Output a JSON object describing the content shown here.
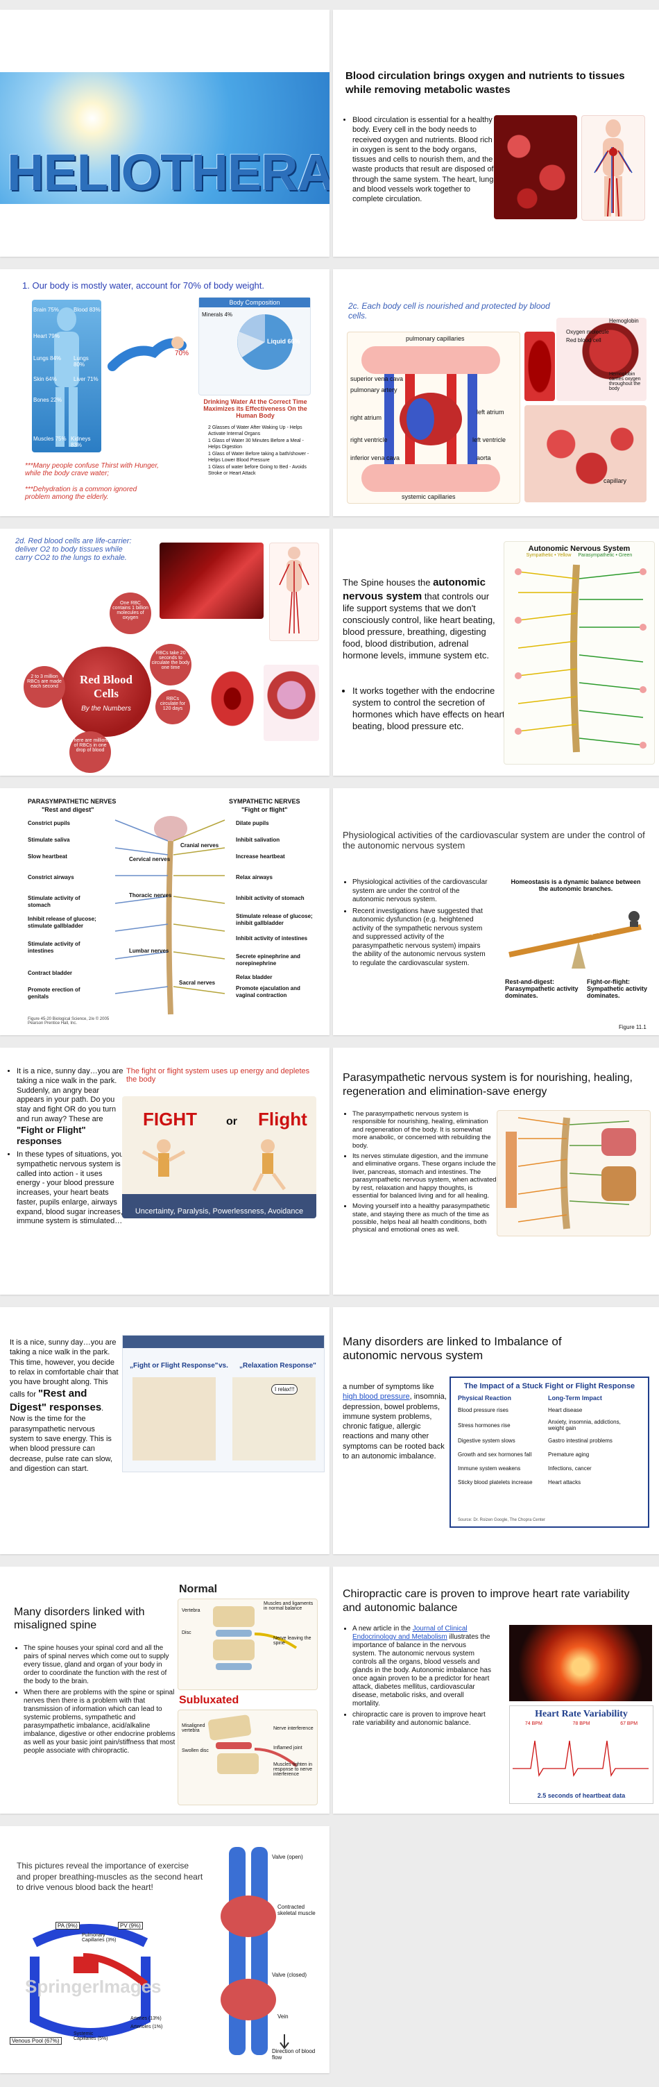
{
  "s1": {
    "title": "HELIOTHERAPY"
  },
  "s2": {
    "title": "Blood circulation brings oxygen and nutrients to tissues while removing metabolic wastes",
    "body": "Blood circulation is essential for a healthy body. Every cell in the body needs to received oxygen and nutrients. Blood rich in oxygen is sent to the body organs, tissues and cells to nourish them, and the waste products that result are disposed of through the same system. The heart, lungs and blood vessels work together to complete circulation."
  },
  "s3": {
    "title": "1. Our body is mostly water, account for 70% of body weight.",
    "stats": [
      {
        "label": "Brain",
        "val": "75%"
      },
      {
        "label": "Blood",
        "val": "83%"
      },
      {
        "label": "Heart",
        "val": "79%"
      },
      {
        "label": "Lungs",
        "val": "84%"
      },
      {
        "label": "Lungs",
        "val": "80%"
      },
      {
        "label": "Liver",
        "val": "71%"
      },
      {
        "label": "Skin",
        "val": "64%"
      },
      {
        "label": "Bones",
        "val": "22%"
      },
      {
        "label": "Muscles",
        "val": "75%"
      },
      {
        "label": "Kidneys",
        "val": "83%"
      }
    ],
    "note1": "***Many people confuse Thirst with Hunger, while the body crave water;",
    "note2": "***Dehydration is a common ignored problem among the elderly.",
    "chart_title": "Body Composition",
    "pie_labels": [
      "Minerals 4%",
      "Liquid 66%"
    ],
    "pct": "70%",
    "water_title": "Drinking Water At the Correct Time Maximizes its Effectiveness On the Human Body",
    "water_items": [
      "2 Glasses of Water After Waking Up - Helps Activate Internal Organs",
      "1 Glass of Water 30 Minutes Before a Meal - Helps Digestion",
      "1 Glass of Water Before taking a bath/shower - Helps Lower Blood Pressure",
      "1 Glass of water before Going to Bed - Avoids Stroke or Heart Attack"
    ]
  },
  "s4": {
    "title": "2c. Each body cell is nourished and protected by blood cells.",
    "labels": [
      "superior vena cava",
      "pulmonary artery",
      "right atrium",
      "right ventricle",
      "left atrium",
      "left ventricle",
      "pulmonary capillaries",
      "systemic capillaries",
      "inferior vena cava",
      "aorta",
      "capillary",
      "Oxygen molecule",
      "Red blood cell",
      "Hemoglobin",
      "Hemoglobin carries oxygen throughout the body"
    ]
  },
  "s5": {
    "title": "2d. Red blood cells are life-carrier: deliver O2 to body tissues while carry CO2 to the lungs to exhale.",
    "center": "Red Blood Cells",
    "center_sub": "By the Numbers",
    "facts": [
      "One RBC contains 1 billion molecules of oxygen",
      "2 to 3 million RBCs are made each second",
      "RBCs take 20 seconds to circulate the body one time",
      "RBCs circulate for 120 days",
      "There are millions of RBCs in one drop of blood"
    ]
  },
  "s6": {
    "intro": "The Spine houses the ",
    "strong": "autonomic nervous system",
    "rest": " that controls our life support systems that we don't consciously control, like heart beating, blood pressure, breathing, digesting food, blood distribution, adrenal hormone levels, immune system etc.",
    "b2": "It works together with the endocrine system to control the secretion of hormones which have effects on heart beating, blood pressure etc.",
    "diagram_title": "Autonomic Nervous System",
    "sym": "Sympathetic • Yellow",
    "para": "Parasympathetic • Green"
  },
  "s7": {
    "left_head": "PARASYMPATHETIC NERVES",
    "left_sub": "\"Rest and digest\"",
    "right_head": "SYMPATHETIC NERVES",
    "right_sub": "\"Fight or flight\"",
    "left_items": [
      "Constrict pupils",
      "Stimulate saliva",
      "Slow heartbeat",
      "Constrict airways",
      "Stimulate activity of stomach",
      "Inhibit release of glucose; stimulate gallbladder",
      "Stimulate activity of intestines",
      "Contract bladder",
      "Promote erection of genitals"
    ],
    "right_items": [
      "Dilate pupils",
      "Inhibit salivation",
      "Increase heartbeat",
      "Relax airways",
      "Inhibit activity of stomach",
      "Stimulate release of glucose; inhibit gallbladder",
      "Inhibit activity of intestines",
      "Secrete epinephrine and norepinephrine",
      "Relax bladder",
      "Promote ejaculation and vaginal contraction"
    ],
    "mid": [
      "Cranial nerves",
      "Cervical nerves",
      "Thoracic nerves",
      "Lumbar nerves",
      "Sacral nerves"
    ],
    "caption": "Figure 45-20 Biological Science, 2/e © 2005 Pearson Prentice Hall, Inc."
  },
  "s8": {
    "title": "Physiological activities of the cardiovascular system are under the control of the autonomic nervous system",
    "b1": "Physiological activities of the cardiovascular system are under the control of the autonomic nervous system.",
    "b2": "Recent investigations have suggested that autonomic dysfunction (e.g. heightened activity of the sympathetic nervous system and suppressed activity of the parasympathetic nervous system) impairs the ability of the autonomic nervous system to regulate the cardiovascular system.",
    "balance": "Homeostasis is a dynamic balance between the autonomic branches.",
    "left_lab": "Rest-and-digest: Parasympathetic activity dominates.",
    "right_lab": "Fight-or-flight: Sympathetic activity dominates.",
    "seesaw_l": "Parasympathetic",
    "seesaw_r": "Sympathetic",
    "fig": "Figure 11.1"
  },
  "s9": {
    "text_a": "It is a nice, sunny day…you are taking a nice walk in the park. Suddenly, an angry bear appears in your path. Do you stay and fight OR do you turn and run away? These are ",
    "strong": "\"Fight or Flight\" responses",
    "b2": "In these types of situations, your sympathetic nervous system is called into action - it uses energy - your blood pressure increases, your heart beats faster, pupils enlarge, airways expand, blood sugar increases, immune system is stimulated…",
    "caption": "The fight or flight system uses up energy and depletes the body",
    "fight": "FIGHT",
    "or": "or",
    "flight": "Flight",
    "footer": "Uncertainty, Paralysis, Powerlessness, Avoidance"
  },
  "s10": {
    "title": "Parasympathetic nervous system is for nourishing, healing, regeneration and elimination-save energy",
    "b1": "The parasympathetic nervous system is responsible for nourishing, healing, elimination and regeneration of the body. It is somewhat more anabolic, or concerned with rebuilding the body.",
    "b2": "Its nerves stimulate digestion, and the immune and eliminative organs. These organs include the liver, pancreas, stomach and intestines. The parasympathetic nervous system, when activated by rest, relaxation and happy thoughts, is essential for balanced living and for all healing.",
    "b3": "Moving yourself into a healthy parasympathetic state, and staying there as much of the time as possible, helps heal all health conditions, both physical and emotional ones as well."
  },
  "s11": {
    "text_a": "It is a nice, sunny day…you are taking a nice walk in the park. This time, however, you decide to relax in comfortable chair that you have brought along. This calls for ",
    "strong": "\"Rest and Digest\" responses",
    "text_b": ". Now is the time for the parasympathetic nervous system to save energy. This is when blood pressure can decrease, pulse rate can slow, and digestion can start.",
    "left_cap": "„Fight or Flight Response\"",
    "vs": "vs.",
    "right_cap": "„Relaxation Response\"",
    "bubble": "I relax!!!"
  },
  "s12": {
    "title": "Many disorders are linked to Imbalance of autonomic nervous system",
    "text_a": "a number of symptoms like ",
    "link": "high blood pressure",
    "text_b": ", insomnia, depression, bowel problems, immune system problems, chronic fatigue, allergic reactions and many other symptoms can be rooted back to an autonomic imbalance.",
    "table_title": "The Impact of a Stuck Fight or Flight Response",
    "col1": "Physical Reaction",
    "col2": "Long-Term Impact",
    "rows": [
      [
        "Blood pressure rises",
        "Heart disease"
      ],
      [
        "Stress hormones rise",
        "Anxiety, insomnia, addictions, weight gain"
      ],
      [
        "Digestive system slows",
        "Gastro intestinal problems"
      ],
      [
        "Growth and sex hormones fall",
        "Premature aging"
      ],
      [
        "Immune system weakens",
        "Infections, cancer"
      ],
      [
        "Sticky blood platelets increase",
        "Heart attacks"
      ]
    ],
    "source": "Source: Dr. Roizen Google, The Chopra Center"
  },
  "s13": {
    "title": "Many disorders linked with misaligned spine",
    "b1": "The spine houses your spinal cord and all the pairs of spinal nerves which come out to supply every tissue, gland and organ of your body in order to coordinate the function with the rest of the body to the brain.",
    "b2": "When there are problems with the spine or spinal nerves then there is a problem with that transmission of information which can lead to systemic problems, sympathetic and parasympathetic imbalance, acid/alkaline imbalance, digestive or other endocrine problems as well as your basic joint pain/stiffness that most people associate with chiropractic.",
    "normal": "Normal",
    "subluxated": "Subluxated",
    "labels": [
      "Vertebra",
      "Disc",
      "Muscles and ligaments in normal balance",
      "Nerve leaving the spine",
      "Misaligned vertebra",
      "Swollen disc",
      "Nerve interference",
      "Inflamed joint",
      "Muscles tighten in response to nerve interference"
    ]
  },
  "s14": {
    "title": "Chiropractic care is proven to improve heart rate variability and autonomic balance",
    "b1_a": "A new article in the ",
    "b1_link": "Journal of Clinical Endocrinology and Metabolism",
    "b1_b": " illustrates the importance of balance in the nervous system. The autonomic nervous system controls all the organs, blood vessels and glands in the body. Autonomic imbalance has once again proven to be a predictor for heart attack, diabetes mellitus, cardiovascular disease, metabolic risks, and overall mortality.",
    "b2": "chiropractic care is proven to improve heart rate variability and autonomic balance.",
    "hrv_title": "Heart Rate Variability",
    "bpm": [
      "74 BPM",
      "78 BPM",
      "67 BPM"
    ],
    "hrv_caption": "2.5 seconds of heartbeat data"
  },
  "s15": {
    "title": "This pictures reveal the importance of exercise and proper breathing-muscles as the second heart to drive venous blood back the heart!",
    "watermark": "SpringerImages",
    "circ_labels": [
      "PA (9%)",
      "PV (9%)",
      "Pulmonary Capillaries (3%)",
      "Venous Pool (67%)",
      "Systemic Capillaries (5%)",
      "Arteries (13%)",
      "Arterioles (1%)"
    ],
    "vein_labels": [
      "Valve (open)",
      "Contracted skeletal muscle",
      "Valve (closed)",
      "Vein",
      "Direction of blood flow"
    ]
  }
}
